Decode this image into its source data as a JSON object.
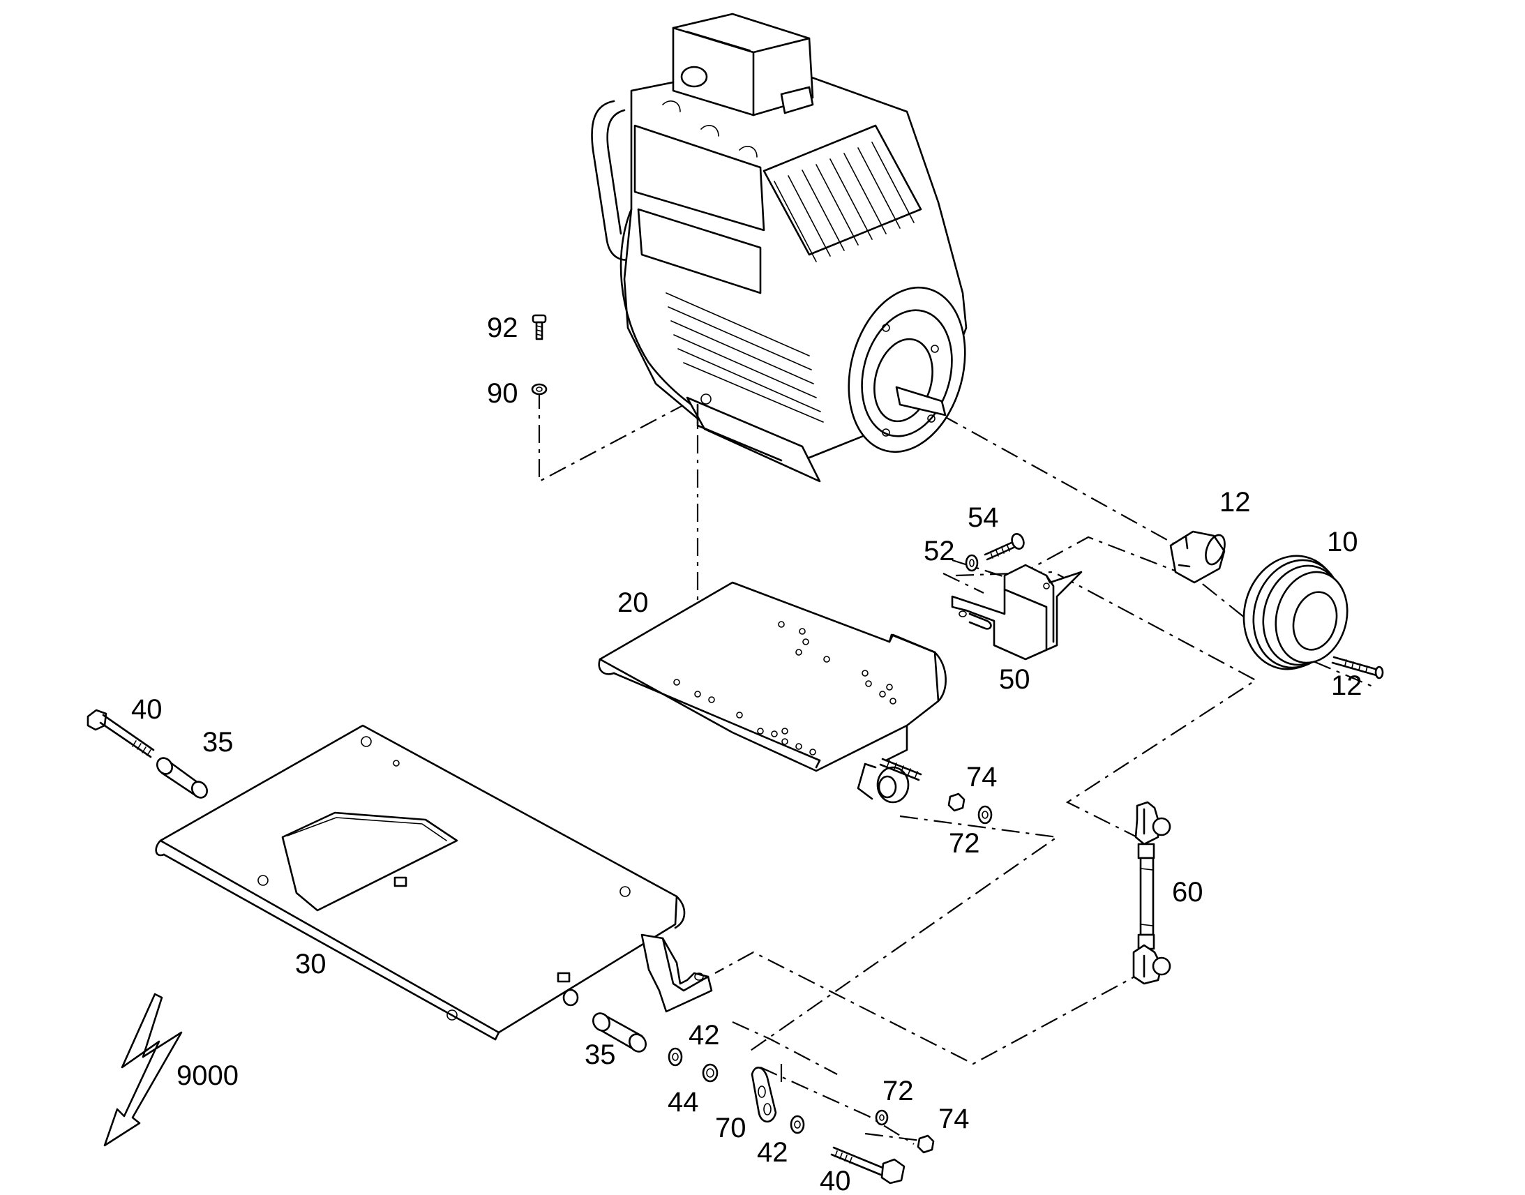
{
  "labels": [
    {
      "id": "label-92",
      "text": "92"
    },
    {
      "id": "label-90",
      "text": "90"
    },
    {
      "id": "label-54",
      "text": "54"
    },
    {
      "id": "label-52",
      "text": "52"
    },
    {
      "id": "label-12-top",
      "text": "12"
    },
    {
      "id": "label-10",
      "text": "10"
    },
    {
      "id": "label-20",
      "text": "20"
    },
    {
      "id": "label-50",
      "text": "50"
    },
    {
      "id": "label-12-bottom",
      "text": "12"
    },
    {
      "id": "label-40-top",
      "text": "40"
    },
    {
      "id": "label-35-top",
      "text": "35"
    },
    {
      "id": "label-74-top",
      "text": "74"
    },
    {
      "id": "label-72-top",
      "text": "72"
    },
    {
      "id": "label-60",
      "text": "60"
    },
    {
      "id": "label-30",
      "text": "30"
    },
    {
      "id": "label-42-top",
      "text": "42"
    },
    {
      "id": "label-35-bottom",
      "text": "35"
    },
    {
      "id": "label-9000",
      "text": "9000"
    },
    {
      "id": "label-44",
      "text": "44"
    },
    {
      "id": "label-72-bottom",
      "text": "72"
    },
    {
      "id": "label-74-bottom",
      "text": "74"
    },
    {
      "id": "label-70",
      "text": "70"
    },
    {
      "id": "label-42-bottom",
      "text": "42"
    },
    {
      "id": "label-40-bottom",
      "text": "40"
    }
  ],
  "icons": {
    "lightning": "lightning-arrow-icon"
  }
}
